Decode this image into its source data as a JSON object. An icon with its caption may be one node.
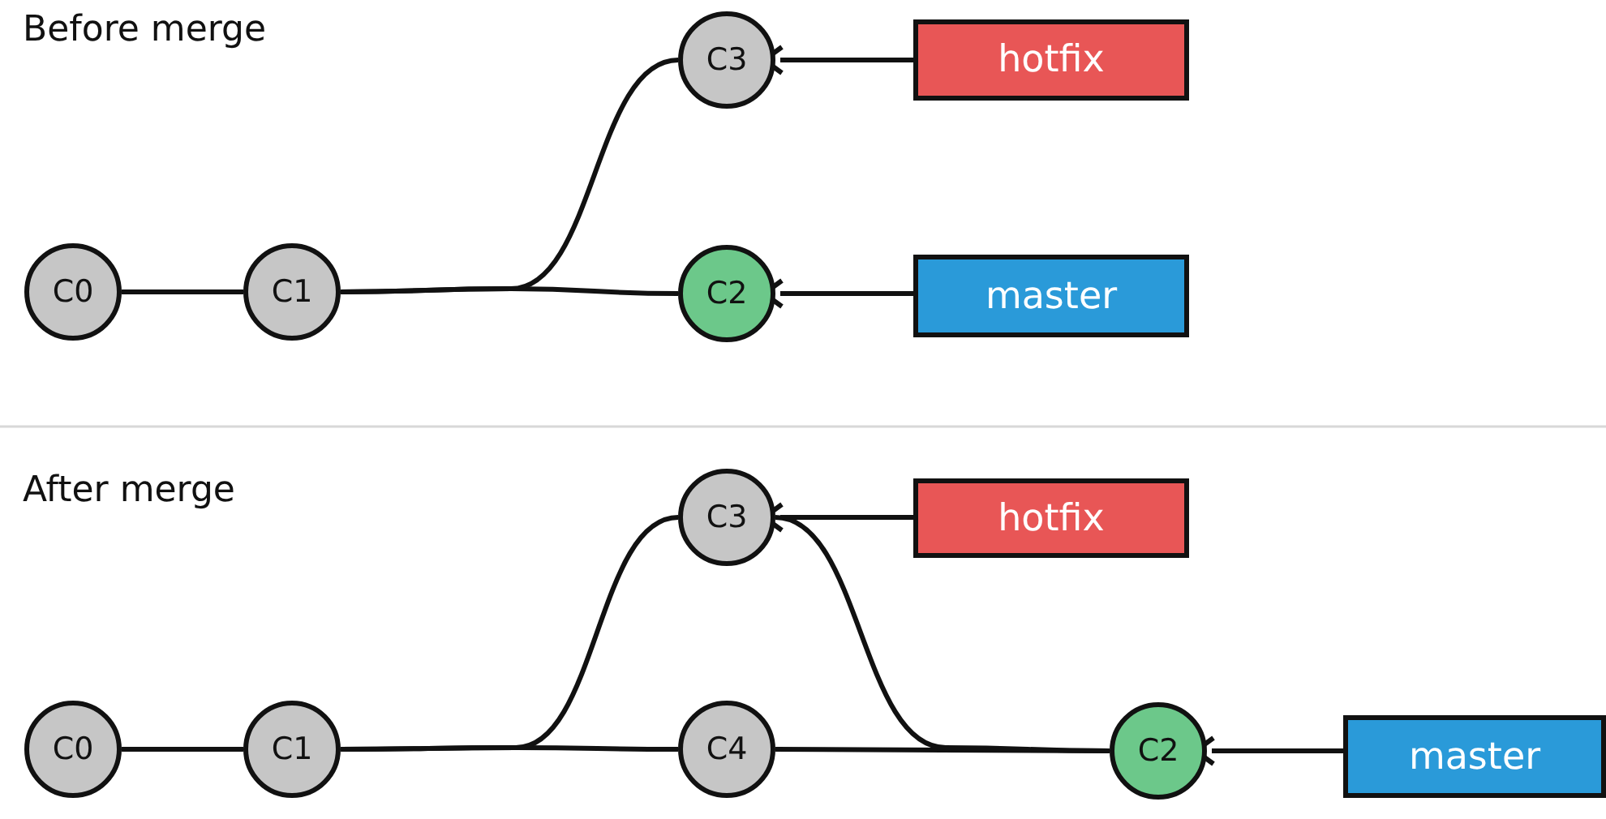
{
  "diagram": {
    "nodes": [
      {
        "text": [
          "C0"
        ]
      },
      {
        "text": [
          "C1"
        ]
      },
      {
        "text": [
          "C3"
        ]
      },
      {
        "text": [
          "C2"
        ]
      },
      {
        "text": [
          "hotfix"
        ]
      },
      {
        "text": [
          "master"
        ]
      },
      {
        "text": [
          "C0"
        ]
      },
      {
        "text": [
          "C1"
        ]
      },
      {
        "text": [
          "C3"
        ]
      },
      {
        "text": [
          "C4"
        ]
      },
      {
        "text": [
          "C2"
        ]
      },
      {
        "text": [
          "hotfix"
        ]
      },
      {
        "text": [
          "master"
        ]
      }
    ],
    "edges": [
      {
        "from": 0,
        "to": 1,
        "arrow": "none"
      },
      {
        "from": 1,
        "to": 3,
        "arrow": "none"
      },
      {
        "from": 1,
        "to": 2,
        "arrow": "none"
      },
      {
        "from": 4,
        "to": 2,
        "arrow": "to"
      },
      {
        "from": 5,
        "to": 3,
        "arrow": "to"
      },
      {
        "from": 6,
        "to": 7,
        "arrow": "none"
      },
      {
        "from": 7,
        "to": 9,
        "arrow": "none"
      },
      {
        "from": 7,
        "to": 8,
        "arrow": "none"
      },
      {
        "from": 9,
        "to": 10,
        "arrow": "none"
      },
      {
        "from": 8,
        "to": 10,
        "arrow": "none"
      },
      {
        "from": 11,
        "to": 8,
        "arrow": "to"
      },
      {
        "from": 12,
        "to": 10,
        "arrow": "to"
      }
    ],
    "labels": [
      "Before merge",
      "After merge"
    ]
  }
}
